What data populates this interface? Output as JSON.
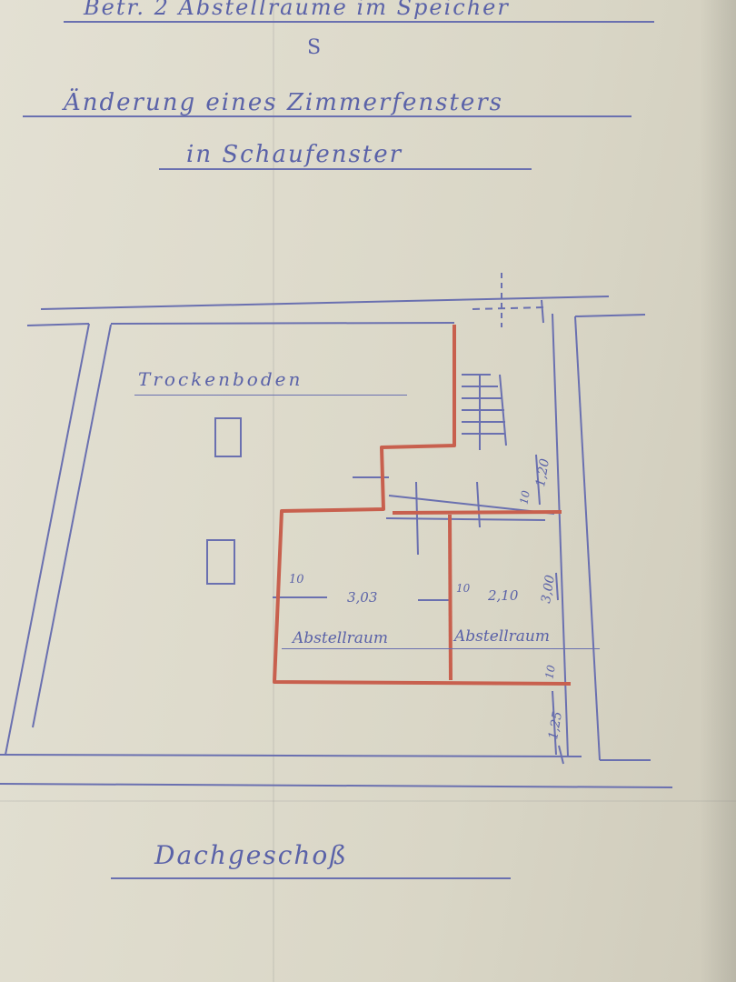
{
  "header": {
    "subject_line": "Betr. 2 Abstellräume im Speicher",
    "letter": "S",
    "title_line1": "Änderung eines Zimmerfensters",
    "title_line2": "in Schaufenster"
  },
  "plan": {
    "drying_attic_label": "Trockenboden",
    "storage_room_left_label": "Abstellraum",
    "storage_room_right_label": "Abstellraum",
    "dimensions": {
      "wall_left": "10",
      "width_left": "3,03",
      "wall_mid": "10",
      "width_right": "2,10",
      "depth": "3,00",
      "wall_right_top": "10",
      "upper_gap": "1,20",
      "wall_bottom": "10",
      "lower_gap": "1,25"
    },
    "colors": {
      "pencil_blue": "#5a62a8",
      "red_walls": "#c8604e"
    }
  },
  "footer": {
    "floor_label": "Dachgeschoß"
  }
}
